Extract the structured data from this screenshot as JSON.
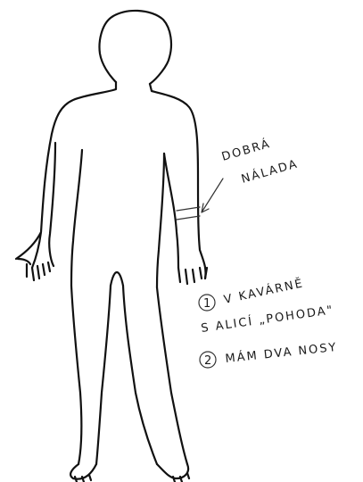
{
  "annotations": {
    "mood_line1": "DOBRÁ",
    "mood_line2": "NÁLADA",
    "note1_number": "1",
    "note1_line1": "V KAVÁRNĚ",
    "note1_line2": "S ALICÍ „POHODA\"",
    "note2_number": "2",
    "note2_line1": "MÁM DVA NOSY"
  }
}
